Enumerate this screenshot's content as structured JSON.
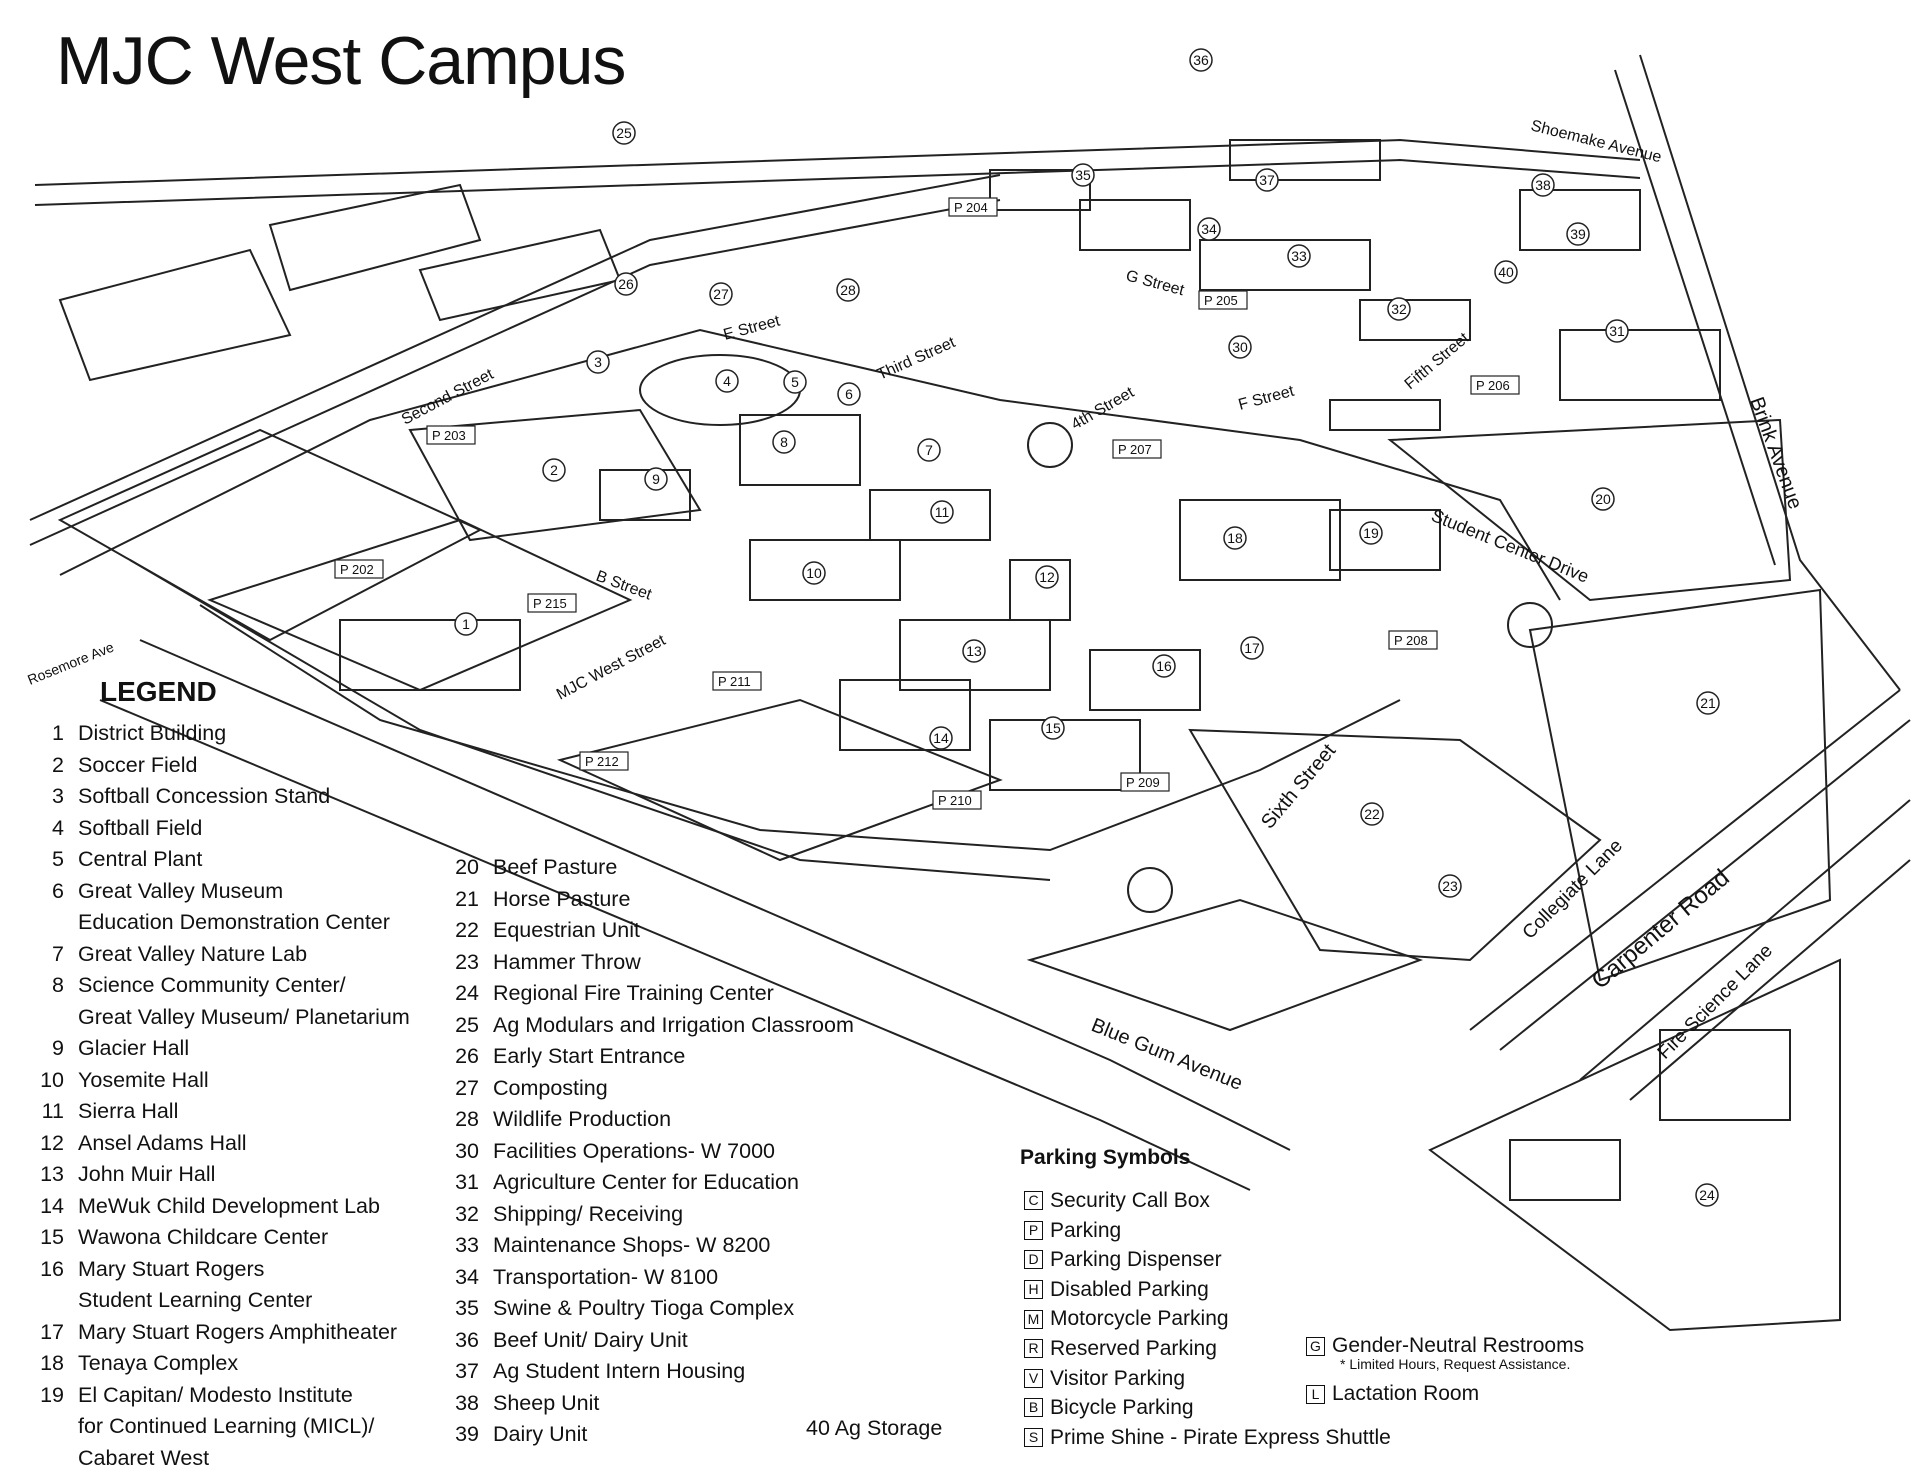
{
  "title": "MJC West Campus",
  "legend": {
    "heading": "LEGEND",
    "col1": [
      {
        "num": "1",
        "name": "District Building"
      },
      {
        "num": "2",
        "name": "Soccer Field"
      },
      {
        "num": "3",
        "name": "Softball Concession Stand"
      },
      {
        "num": "4",
        "name": "Softball Field"
      },
      {
        "num": "5",
        "name": "Central Plant"
      },
      {
        "num": "6",
        "name": "Great Valley Museum\nEducation Demonstration Center"
      },
      {
        "num": "7",
        "name": "Great Valley Nature Lab"
      },
      {
        "num": "8",
        "name": "Science Community Center/\nGreat Valley Museum/ Planetarium"
      },
      {
        "num": "9",
        "name": "Glacier Hall"
      },
      {
        "num": "10",
        "name": "Yosemite Hall"
      },
      {
        "num": "11",
        "name": "Sierra Hall"
      },
      {
        "num": "12",
        "name": "Ansel Adams Hall"
      },
      {
        "num": "13",
        "name": "John Muir Hall"
      },
      {
        "num": "14",
        "name": "MeWuk Child Development Lab"
      },
      {
        "num": "15",
        "name": "Wawona Childcare Center"
      },
      {
        "num": "16",
        "name": "Mary Stuart Rogers\nStudent Learning Center"
      },
      {
        "num": "17",
        "name": "Mary Stuart Rogers Amphitheater"
      },
      {
        "num": "18",
        "name": "Tenaya Complex"
      },
      {
        "num": "19",
        "name": "El Capitan/ Modesto Institute\nfor Continued Learning (MICL)/\nCabaret West"
      }
    ],
    "col2": [
      {
        "num": "20",
        "name": "Beef Pasture"
      },
      {
        "num": "21",
        "name": "Horse Pasture"
      },
      {
        "num": "22",
        "name": "Equestrian Unit"
      },
      {
        "num": "23",
        "name": "Hammer Throw"
      },
      {
        "num": "24",
        "name": "Regional Fire Training Center"
      },
      {
        "num": "25",
        "name": "Ag Modulars and Irrigation Classroom"
      },
      {
        "num": "26",
        "name": "Early Start Entrance"
      },
      {
        "num": "27",
        "name": "Composting"
      },
      {
        "num": "28",
        "name": "Wildlife Production"
      },
      {
        "num": "30",
        "name": "Facilities Operations- W 7000"
      },
      {
        "num": "31",
        "name": "Agriculture Center for Education"
      },
      {
        "num": "32",
        "name": "Shipping/ Receiving"
      },
      {
        "num": "33",
        "name": "Maintenance Shops- W 8200"
      },
      {
        "num": "34",
        "name": "Transportation- W 8100"
      },
      {
        "num": "35",
        "name": "Swine & Poultry Tioga Complex"
      },
      {
        "num": "36",
        "name": "Beef Unit/ Dairy Unit"
      },
      {
        "num": "37",
        "name": "Ag Student Intern Housing"
      },
      {
        "num": "38",
        "name": "Sheep Unit"
      },
      {
        "num": "39",
        "name": "Dairy Unit"
      }
    ],
    "extra": "40  Ag Storage"
  },
  "parking_symbols": {
    "heading": "Parking Symbols",
    "items": [
      {
        "sym": "C",
        "label": "Security Call Box"
      },
      {
        "sym": "P",
        "label": "Parking"
      },
      {
        "sym": "D",
        "label": "Parking Dispenser"
      },
      {
        "sym": "H",
        "label": "Disabled Parking"
      },
      {
        "sym": "M",
        "label": "Motorcycle Parking"
      },
      {
        "sym": "R",
        "label": "Reserved Parking"
      },
      {
        "sym": "V",
        "label": "Visitor Parking"
      },
      {
        "sym": "B",
        "label": "Bicycle Parking"
      },
      {
        "sym": "S",
        "label": "Prime Shine - Pirate Express Shuttle"
      }
    ],
    "gender": {
      "sym": "G",
      "label": "Gender-Neutral Restrooms",
      "note": "* Limited Hours, Request Assistance."
    },
    "lactation": {
      "sym": "L",
      "label": "Lactation Room"
    }
  },
  "streets": {
    "shoemake": "Shoemake Avenue",
    "brink": "Brink Avenue",
    "second": "Second Street",
    "third": "Third Street",
    "fourth": "4th Street",
    "e": "E Street",
    "f": "F Street",
    "g": "G Street",
    "b": "B Street",
    "fifth": "Fifth Street",
    "sixth": "Sixth Street",
    "mjcwest": "MJC West Street",
    "rosemore": "Rosemore Ave",
    "studentcenter": "Student Center Drive",
    "collegiate": "Collegiate Lane",
    "carpenter": "Carpenter Road",
    "firescience": "Fire Science Lane",
    "bluegum": "Blue Gum Avenue"
  },
  "building_markers": [
    "1",
    "2",
    "3",
    "4",
    "5",
    "6",
    "7",
    "8",
    "9",
    "10",
    "11",
    "12",
    "13",
    "14",
    "15",
    "16",
    "17",
    "18",
    "19",
    "20",
    "21",
    "22",
    "23",
    "24",
    "25",
    "26",
    "27",
    "28",
    "30",
    "31",
    "32",
    "33",
    "34",
    "35",
    "36",
    "37",
    "38",
    "39",
    "40"
  ],
  "parking_lots": [
    "P 202",
    "P 203",
    "P 204",
    "P 205",
    "P 206",
    "P 207",
    "P 208",
    "P 209",
    "P 210",
    "P 211",
    "P 212",
    "P 215"
  ]
}
